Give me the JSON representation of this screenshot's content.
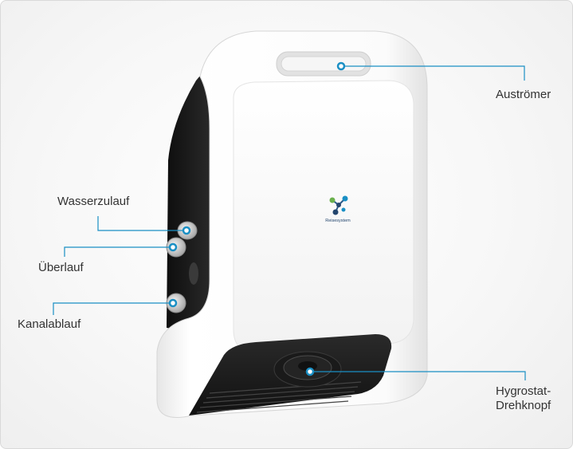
{
  "device": {
    "brand": "Reisesystem"
  },
  "callouts": {
    "ausstroemer": "Auströmer",
    "wasserzulauf": "Wasserzulauf",
    "ueberlauf": "Überlauf",
    "kanalablauf": "Kanalablauf",
    "hygrostat_line1": "Hygrostat-",
    "hygrostat_line2": "Drehknopf"
  },
  "colors": {
    "callout_line": "#1a8fc4",
    "device_body": "#ffffff",
    "device_dark": "#1c1c1c"
  }
}
